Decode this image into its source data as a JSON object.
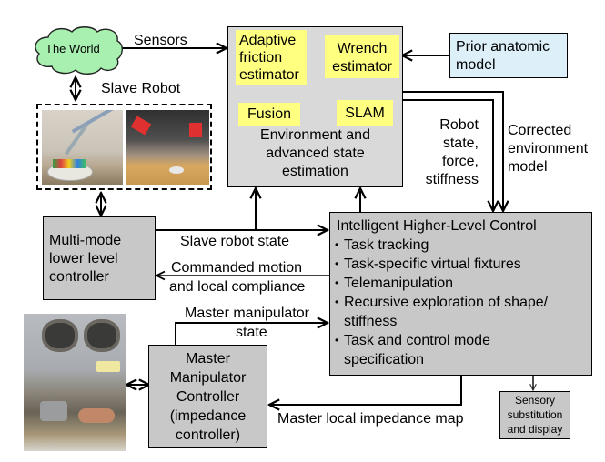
{
  "world": {
    "label": "The World",
    "color": "#a8f0b0"
  },
  "slave_robot": {
    "label": "Slave Robot"
  },
  "edges": {
    "sensors": "Sensors",
    "slave_robot_state": "Slave robot state",
    "commanded_motion_1": "Commanded motion",
    "commanded_motion_2": "and local compliance",
    "master_state_1": "Master manipulator",
    "master_state_2": "state",
    "robot_state": [
      "Robot",
      "state,",
      "force,",
      "stiffness"
    ],
    "corrected_env": [
      "Corrected",
      "environment",
      "model"
    ],
    "master_impedance": "Master local impedance map"
  },
  "estimation_block": {
    "title_lines": [
      "Environment and",
      "advanced state",
      "estimation"
    ],
    "adaptive_friction": [
      "Adaptive",
      "friction",
      "estimator"
    ],
    "wrench": [
      "Wrench",
      "estimator"
    ],
    "fusion": "Fusion",
    "slam": "SLAM"
  },
  "prior_model": {
    "lines": [
      "Prior anatomic",
      "model"
    ]
  },
  "lower_controller": {
    "lines": [
      "Multi-mode",
      "lower level",
      "controller"
    ]
  },
  "higher_control": {
    "title": "Intelligent Higher-Level Control",
    "items": [
      "Task tracking",
      "Task-specific virtual fixtures",
      "Telemanipulation",
      "Recursive exploration of shape/ stiffness",
      "Task and control mode specification"
    ]
  },
  "master_controller": {
    "lines": [
      "Master",
      "Manipulator",
      "Controller",
      "(impedance",
      "controller)"
    ]
  },
  "sensory": {
    "lines": [
      "Sensory",
      "substitution",
      "and display"
    ]
  }
}
